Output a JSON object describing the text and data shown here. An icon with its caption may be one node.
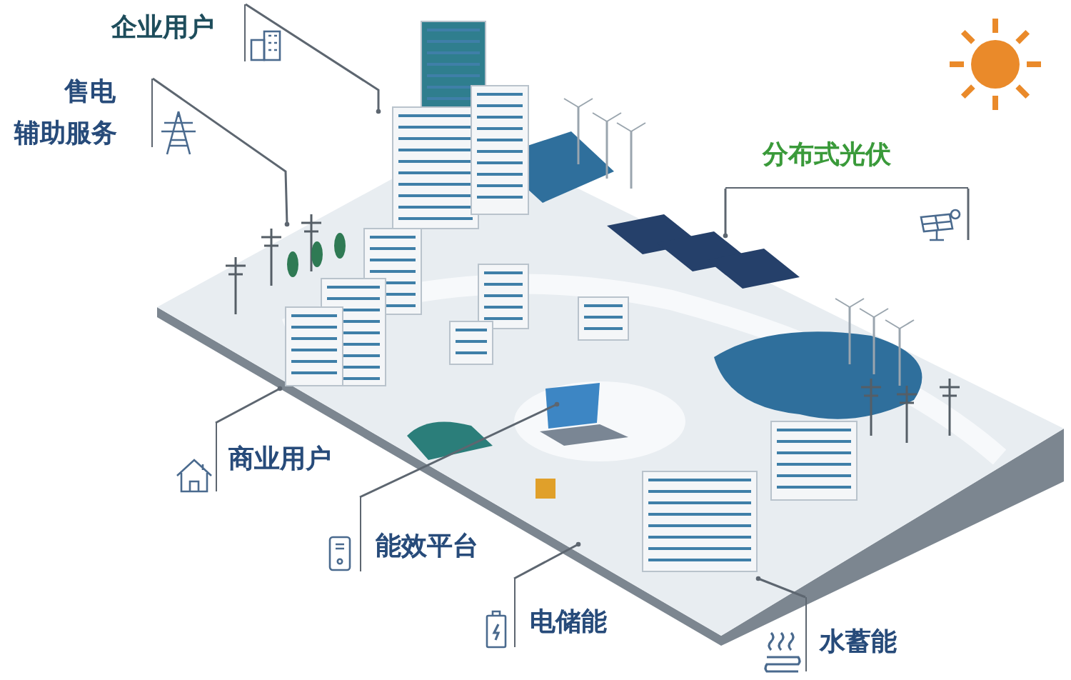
{
  "diagram": {
    "nodes": [
      {
        "text": [
          "企业用户"
        ]
      },
      {
        "text": [
          "售电",
          "辅助服务"
        ]
      },
      {
        "text": [
          "分布式光伏"
        ]
      },
      {
        "text": [
          "商业用户"
        ]
      },
      {
        "text": [
          "能效平台"
        ]
      },
      {
        "text": [
          "电储能"
        ]
      },
      {
        "text": [
          "水蓄能"
        ]
      }
    ],
    "edges": [
      {
        "from": 0,
        "to": null,
        "arrow": "other"
      },
      {
        "from": 1,
        "to": null,
        "arrow": "other"
      },
      {
        "from": 2,
        "to": null,
        "arrow": "other"
      },
      {
        "from": 3,
        "to": null,
        "arrow": "other"
      },
      {
        "from": 4,
        "to": null,
        "arrow": "other"
      },
      {
        "from": 5,
        "to": null,
        "arrow": "other"
      },
      {
        "from": 6,
        "to": null,
        "arrow": "other"
      }
    ]
  }
}
